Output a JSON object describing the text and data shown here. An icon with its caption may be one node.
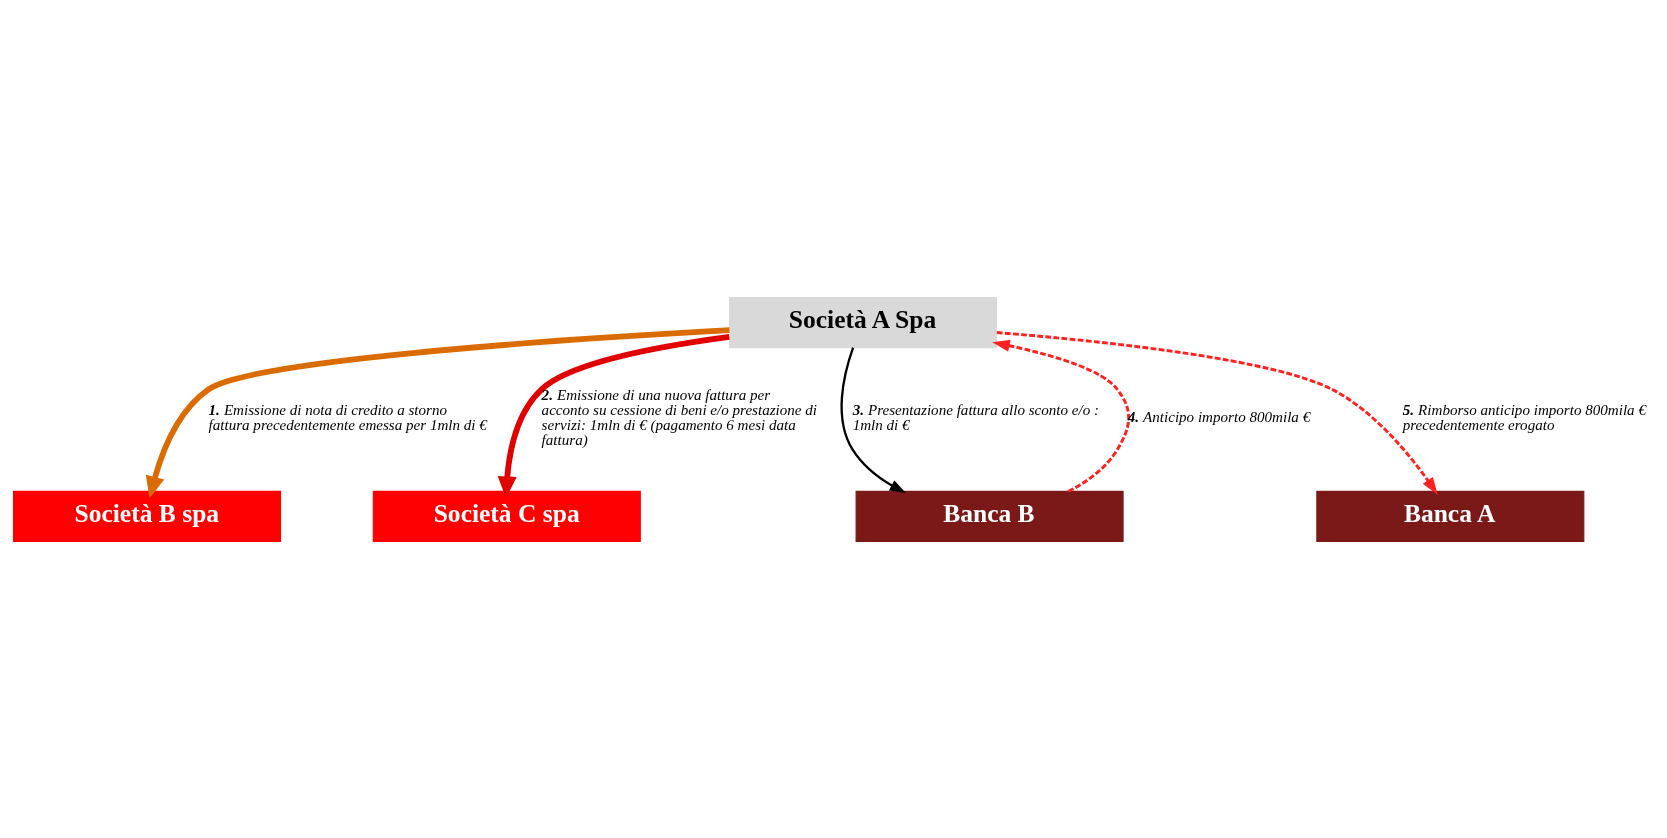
{
  "diagram": {
    "nodes": [
      {
        "text": [
          "Società A Spa"
        ]
      },
      {
        "text": [
          "Società B spa"
        ]
      },
      {
        "text": [
          "Società C spa"
        ]
      },
      {
        "text": [
          "Banca B"
        ]
      },
      {
        "text": [
          "Banca A"
        ]
      }
    ],
    "edges": [
      {
        "from": 0,
        "to": 1,
        "arrow": "to",
        "label": "**1.** Emissione di nota di credito a storno fattura precedentemente emessa per 1mln di €",
        "style": "thick",
        "color": "#d96b00"
      },
      {
        "from": 0,
        "to": 2,
        "arrow": "to",
        "label": "**2.** Emissione di una nuova fattura per acconto su cessione di beni e/o prestazione di servizi: 1mln di € (pagamento 6 mesi data fattura)",
        "style": "thick",
        "color": "#e00000"
      },
      {
        "from": 0,
        "to": 3,
        "arrow": "to",
        "label": "**3.** Presentazione fattura allo sconto e/o : 1mln di €",
        "color": "#000000"
      },
      {
        "from": 3,
        "to": 0,
        "arrow": "to",
        "label": "**4.** Anticipo importo 800mila €",
        "style": "dashed",
        "color": "#ff2020"
      },
      {
        "from": 0,
        "to": 4,
        "arrow": "to",
        "label": "**5.** Rimborso anticipo importo 800mila € precedentemente erogato",
        "style": "dashed",
        "color": "#ff2020"
      }
    ]
  }
}
